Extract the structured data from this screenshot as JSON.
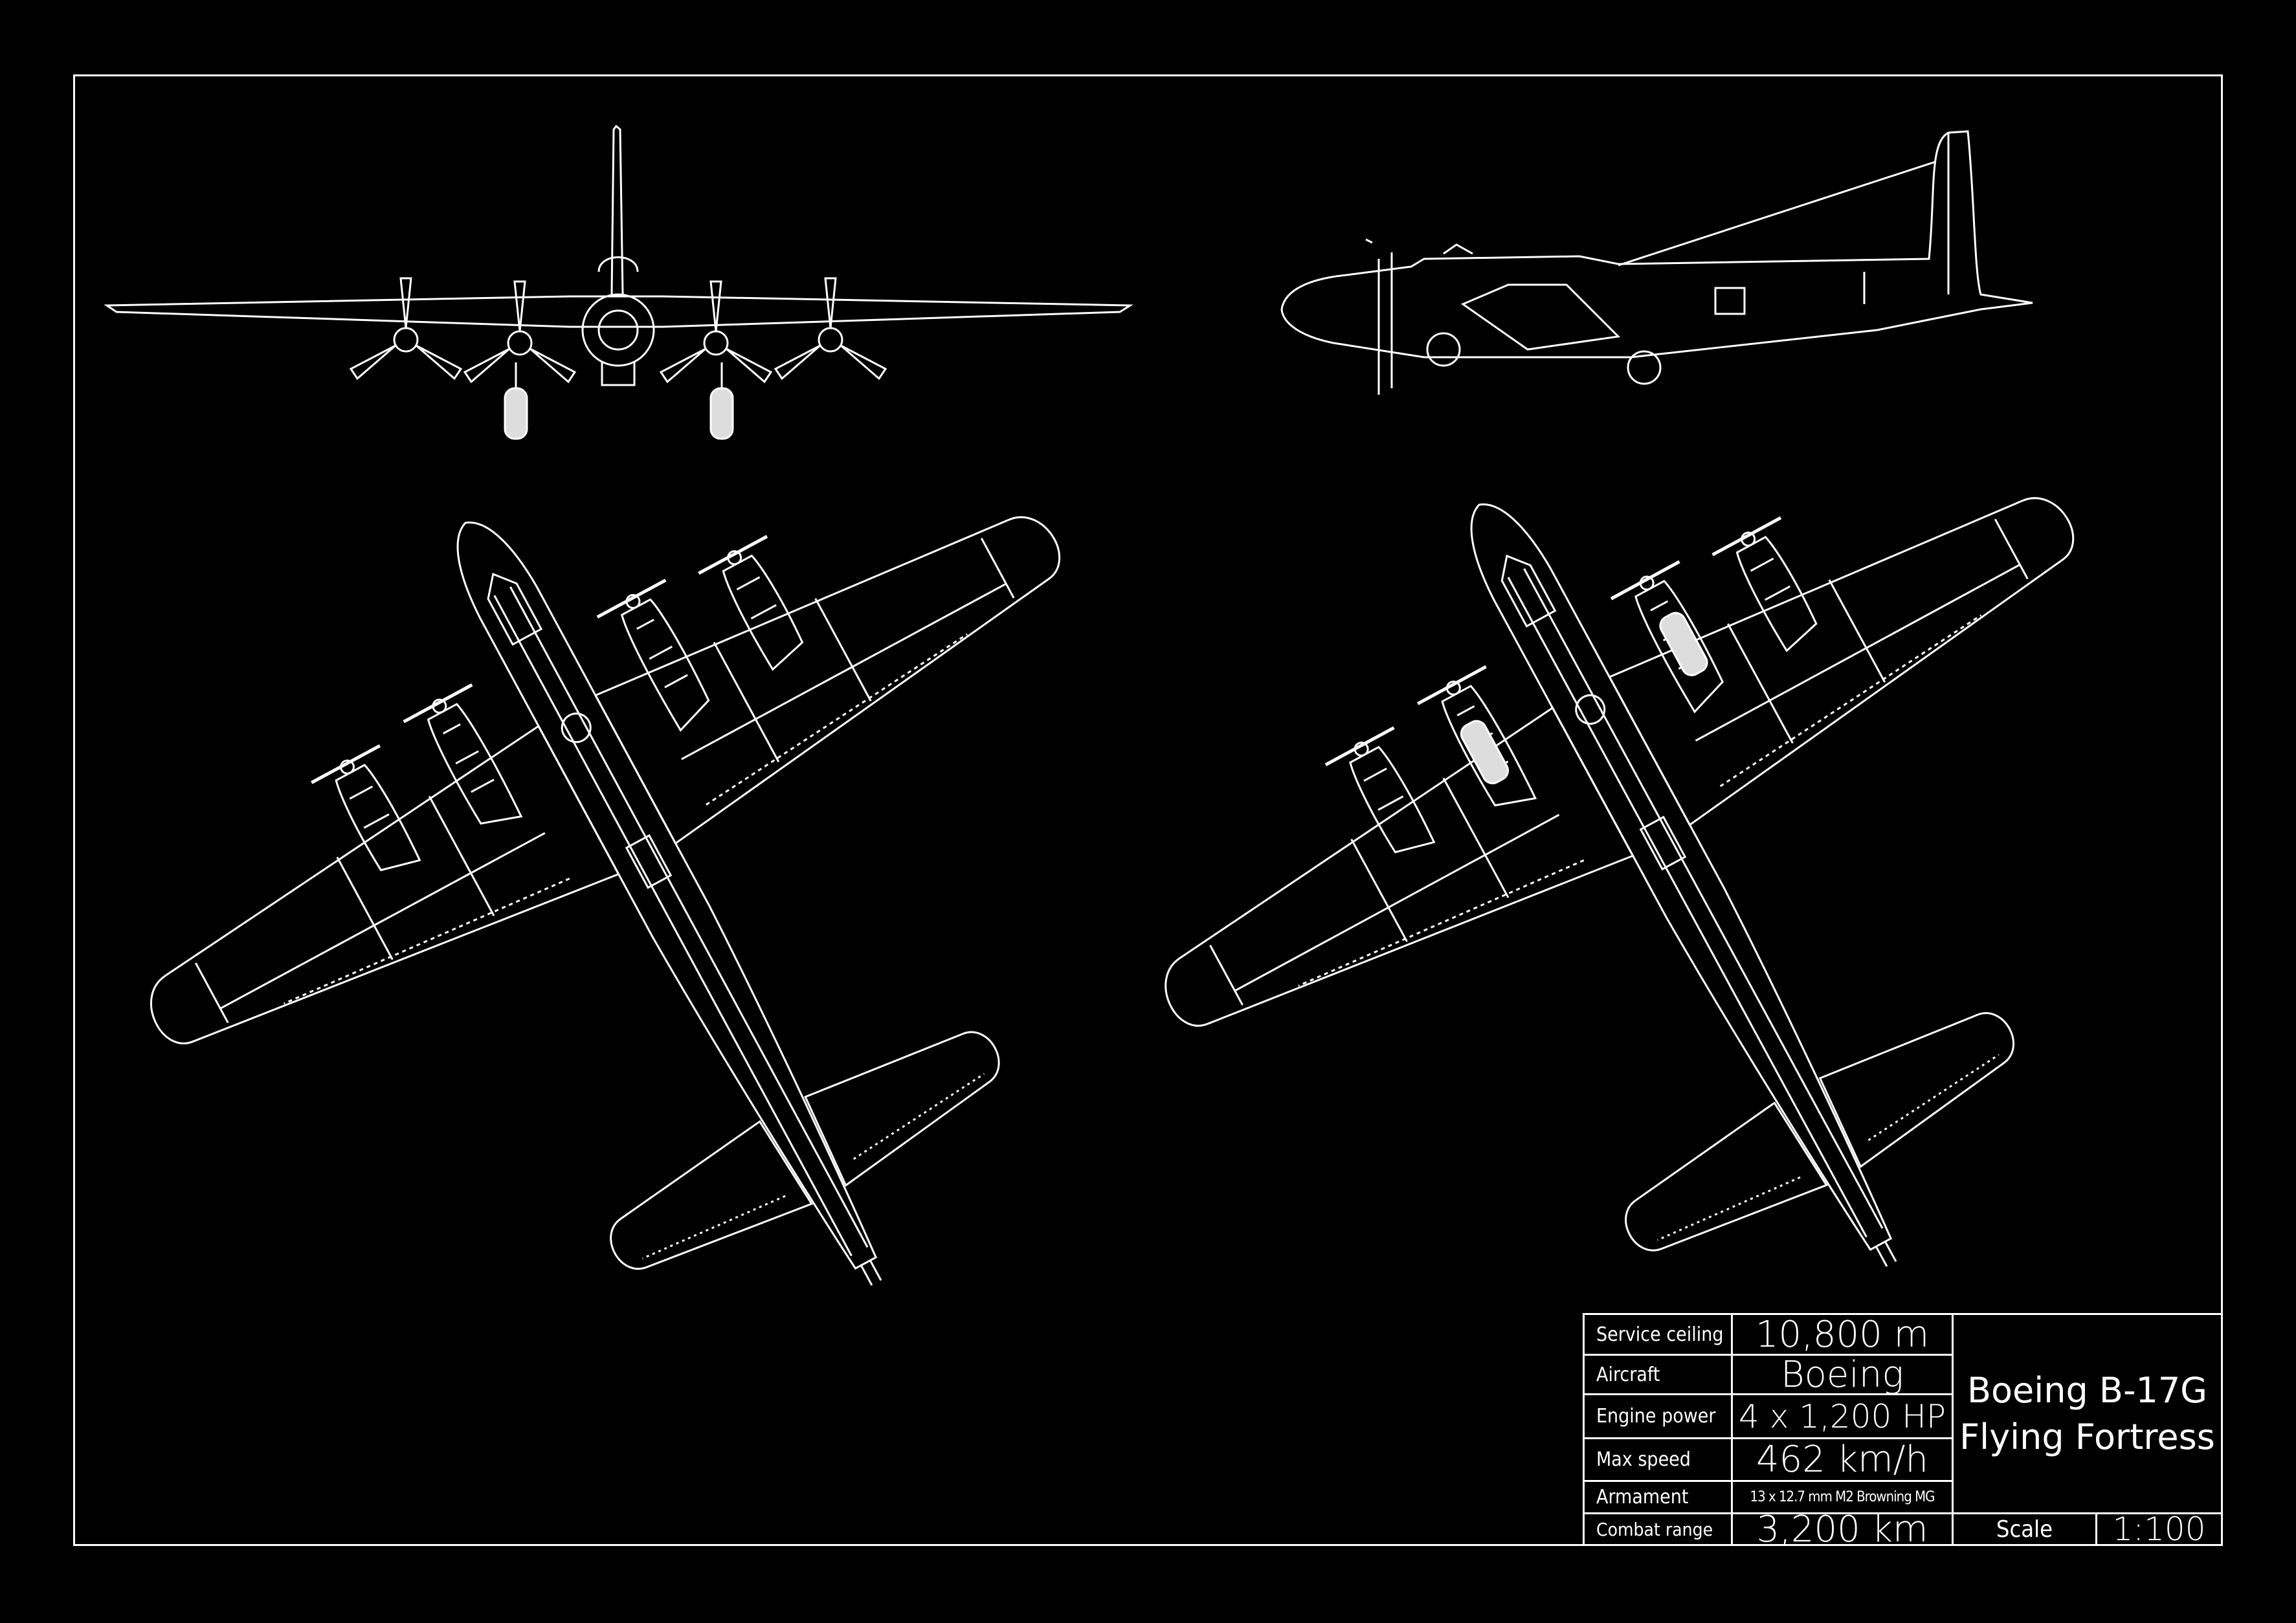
{
  "drawing": {
    "views": [
      "front-view",
      "side-view",
      "top-view",
      "bottom-view"
    ],
    "color_background": "#000000",
    "color_lines": "#ffffff"
  },
  "title_block": {
    "rows": [
      {
        "label": "Service ceiling",
        "value": "10,800 m"
      },
      {
        "label": "Aircraft",
        "value": "Boeing"
      },
      {
        "label": "Engine power",
        "value": "4 x 1,200 HP"
      },
      {
        "label": "Max speed",
        "value": "462 km/h"
      },
      {
        "label": "Armament",
        "value": "13 x 12.7 mm M2 Browning MG"
      },
      {
        "label": "Combat range",
        "value": "3,200 km"
      }
    ],
    "title_line1": "Boeing B-17G",
    "title_line2": "Flying Fortress",
    "scale_label": "Scale",
    "scale_value": "1:100"
  }
}
